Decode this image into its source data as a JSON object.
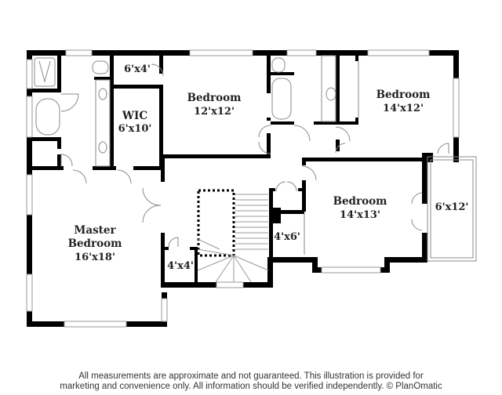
{
  "floorplan": {
    "rooms": [
      {
        "id": "closet-a",
        "name": "",
        "dimensions": "6'x4'"
      },
      {
        "id": "wic",
        "name": "WIC",
        "dimensions": "6'x10'"
      },
      {
        "id": "bedroom-2",
        "name": "Bedroom",
        "dimensions": "12'x12'"
      },
      {
        "id": "bedroom-3",
        "name": "Bedroom",
        "dimensions": "14'x12'"
      },
      {
        "id": "bedroom-4",
        "name": "Bedroom",
        "dimensions": "14'x13'"
      },
      {
        "id": "balcony",
        "name": "",
        "dimensions": "6'x12'"
      },
      {
        "id": "closet-b",
        "name": "",
        "dimensions": "4'x6'"
      },
      {
        "id": "closet-c",
        "name": "",
        "dimensions": "4'x4'"
      },
      {
        "id": "master-bedroom",
        "name_line1": "Master",
        "name_line2": "Bedroom",
        "dimensions": "16'x18'"
      }
    ]
  },
  "footer": {
    "line1": "All measurements are approximate and not guaranteed. This illustration is provided for",
    "line2": "marketing and convenience only. All information should be verified independently. © PlanOmatic"
  }
}
